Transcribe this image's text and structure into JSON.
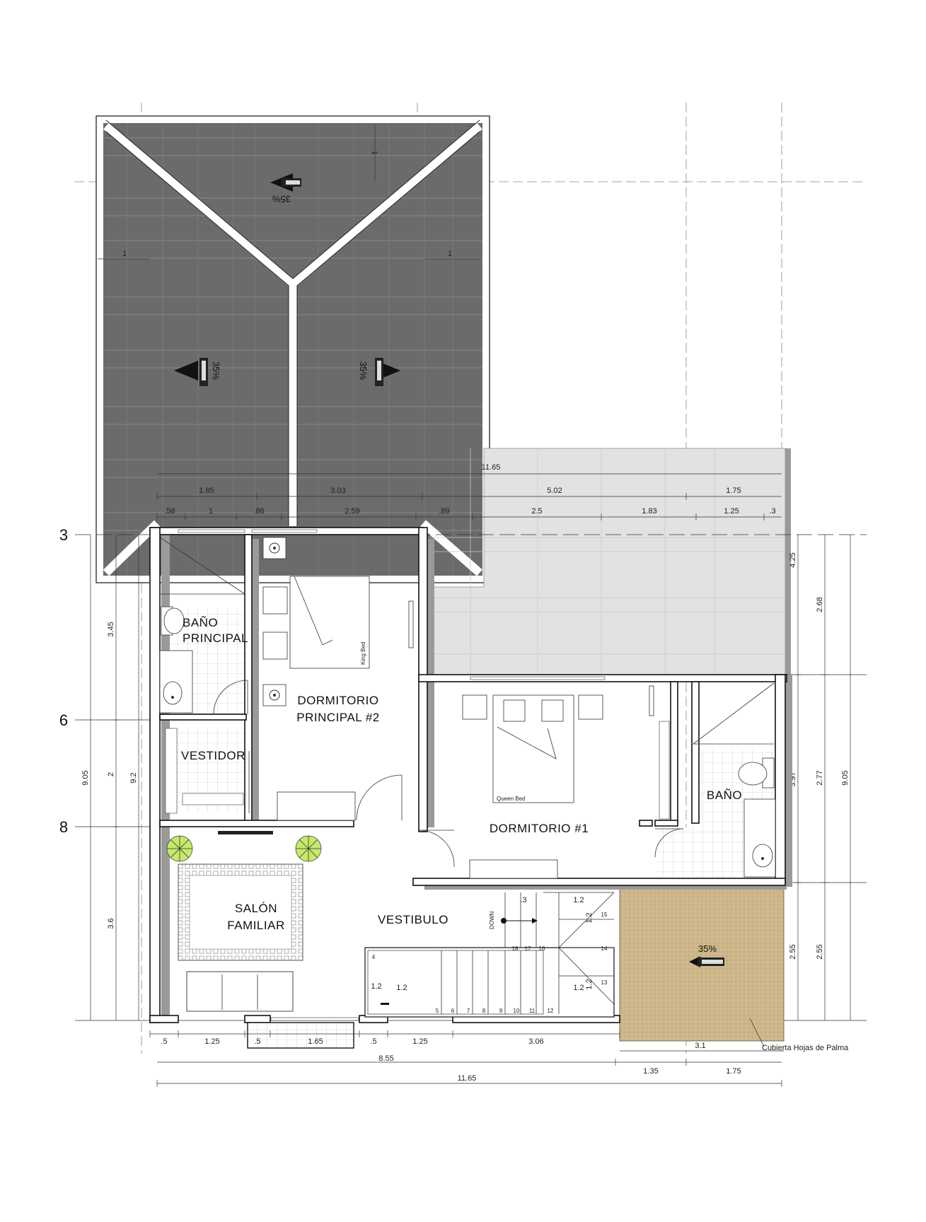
{
  "rooms": {
    "bano_principal_1": "BAÑO",
    "bano_principal_2": "PRINCIPAL",
    "dormitorio_principal_1": "DORMITORIO",
    "dormitorio_principal_2": "PRINCIPAL #2",
    "vestidor": "VESTIDOR",
    "dormitorio_1": "DORMITORIO #1",
    "bano": "BAÑO",
    "salon_1": "SALÓN",
    "salon_2": "FAMILIAR",
    "vestibulo": "VESTIBULO"
  },
  "furniture": {
    "king_bed": "King Bed",
    "queen_bed": "Queen Bed",
    "down": "DOWN"
  },
  "roof": {
    "slope_top": "35%",
    "slope_left": "35%",
    "slope_right": "35%",
    "slope_palm": "35%",
    "note": "Cubierta Hojas de Palma"
  },
  "grid_labels": {
    "g3": "3",
    "g6": "6",
    "g8": "8"
  },
  "dims_top": {
    "roof_1_left": "1",
    "roof_1_right": "1",
    "roof_1_top": "1",
    "total": "11.65",
    "d185": "1.85",
    "d303": "3.03",
    "d502": "5.02",
    "d175": "1.75",
    "d58": ".58",
    "d1": "1",
    "d86": ".86",
    "d259": "2.59",
    "d89": ".89",
    "d25": "2.5",
    "d183": "1.83",
    "d125": "1.25",
    "d3": ".3"
  },
  "dims_left": {
    "d345": "3.45",
    "d2": "2",
    "d36": "3.6",
    "d905": "9.05",
    "d92": "9.2"
  },
  "dims_right": {
    "d425": "4.25",
    "d268": "2.68",
    "d277": "2.77",
    "d397": "3.97",
    "d255a": "2.55",
    "d255b": "2.55",
    "d905": "9.05"
  },
  "dims_bottom": {
    "b5a": ".5",
    "b125a": "1.25",
    "b5b": ".5",
    "b165": "1.65",
    "b5c": ".5",
    "b125b": "1.25",
    "b306": "3.06",
    "b31": "3.1",
    "b855": "8.55",
    "b135": "1.35",
    "b175": "1.75",
    "b1165": "11.65"
  },
  "stairs": {
    "s12a": "1.2",
    "s12b": "1.2",
    "s12c": "1.2",
    "s12d": "1.2",
    "s12e": "1.2",
    "s12f": "1.2",
    "s3": ".3",
    "steps_upper": [
      "18",
      "17",
      "16"
    ],
    "steps_lower": [
      "5",
      "6",
      "7",
      "8",
      "9",
      "10",
      "11",
      "12"
    ],
    "steps_side": [
      "15",
      "14",
      "13"
    ],
    "step_4": "4"
  }
}
